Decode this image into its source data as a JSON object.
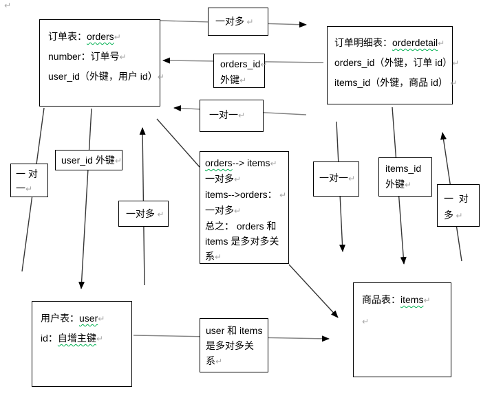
{
  "page": {
    "corner_pilcrow": "↵"
  },
  "colors": {
    "box_border": "#000000",
    "squiggle_green": "#00b050",
    "pilcrow_gray": "#a6a6a6",
    "line_gray": "#808080",
    "line_dark": "#363636",
    "arrowhead": "#000000"
  },
  "boxes": {
    "orders": [
      [
        {
          "t": "订单表："
        },
        {
          "t": "orders",
          "u": true
        },
        {
          "t": "↵",
          "p": true
        }
      ],
      [
        {
          "t": "number：订单号"
        },
        {
          "t": "↵",
          "p": true
        }
      ],
      [
        {
          "t": "user_id（外键，用户 id）"
        },
        {
          "t": "↵",
          "p": true
        }
      ]
    ],
    "rel_top_one_to_many": [
      [
        {
          "t": "一对多"
        },
        {
          "t": " ↵",
          "p": true
        }
      ]
    ],
    "orderdetail": [
      [
        {
          "t": "订单明细表："
        },
        {
          "t": "orderdetail",
          "u": true
        },
        {
          "t": "↵",
          "p": true
        }
      ],
      [
        {
          "t": "orders_id（外键，订单 id）"
        },
        {
          "t": "↵",
          "p": true
        }
      ],
      [
        {
          "t": "items_id（外键，商品 id）"
        },
        {
          "t": " ↵",
          "p": true
        }
      ]
    ],
    "orders_id_fk": [
      [
        {
          "t": "orders_id"
        },
        {
          "t": "↵",
          "p": true
        }
      ],
      [
        {
          "t": "外键"
        },
        {
          "t": "↵",
          "p": true
        }
      ]
    ],
    "rel_mid_one_to_one": [
      [
        {
          "t": "一对一"
        },
        {
          "t": "↵",
          "p": true
        }
      ]
    ],
    "notes_orders_items": [
      [
        {
          "t": "orders",
          "u": true
        },
        {
          "t": "--> items"
        },
        {
          "t": "↵",
          "p": true
        }
      ],
      [
        {
          "t": "一对多"
        },
        {
          "t": "↵",
          "p": true
        }
      ],
      [
        {
          "t": "items-->orders："
        },
        {
          "t": " ↵",
          "p": true
        }
      ],
      [
        {
          "t": "一对多"
        },
        {
          "t": "↵",
          "p": true
        }
      ],
      [
        {
          "t": "总之： orders 和"
        }
      ],
      [
        {
          "t": "items 是多对多关"
        }
      ],
      [
        {
          "t": "系"
        },
        {
          "t": "↵",
          "p": true
        }
      ]
    ],
    "rel_left_one_to_one": [
      [
        {
          "t": "一 对"
        }
      ],
      [
        {
          "t": "一"
        },
        {
          "t": "↵",
          "p": true
        }
      ]
    ],
    "user_id_fk": [
      [
        {
          "t": "user_id 外键"
        },
        {
          "t": "↵",
          "p": true
        }
      ]
    ],
    "rel_left_one_to_many": [
      [
        {
          "t": "一对多"
        },
        {
          "t": " ↵",
          "p": true
        }
      ]
    ],
    "user": [
      [
        {
          "t": "用户表："
        },
        {
          "t": "user",
          "u": true
        },
        {
          "t": "↵",
          "p": true
        }
      ],
      [
        {
          "t": "id："
        },
        {
          "t": "自增主键",
          "u": true
        },
        {
          "t": "↵",
          "p": true
        }
      ]
    ],
    "notes_user_items": [
      [
        {
          "t": "user 和 items"
        }
      ],
      [
        {
          "t": "是多对多关"
        }
      ],
      [
        {
          "t": "系"
        },
        {
          "t": "↵",
          "p": true
        }
      ]
    ],
    "items": [
      [
        {
          "t": "商品表："
        },
        {
          "t": "items",
          "u": true
        },
        {
          "t": "↵",
          "p": true
        }
      ],
      [
        {
          "t": "↵",
          "p": true
        }
      ]
    ],
    "rel_right_one_to_one": [
      [
        {
          "t": "一对一"
        },
        {
          "t": "↵",
          "p": true
        }
      ]
    ],
    "items_id_fk": [
      [
        {
          "t": "items_id"
        }
      ],
      [
        {
          "t": "外键"
        },
        {
          "t": "↵",
          "p": true
        }
      ]
    ],
    "rel_right_one_to_many": [
      [
        {
          "t": "一  对"
        }
      ],
      [
        {
          "t": "多"
        },
        {
          "t": " ↵",
          "p": true
        }
      ]
    ]
  }
}
